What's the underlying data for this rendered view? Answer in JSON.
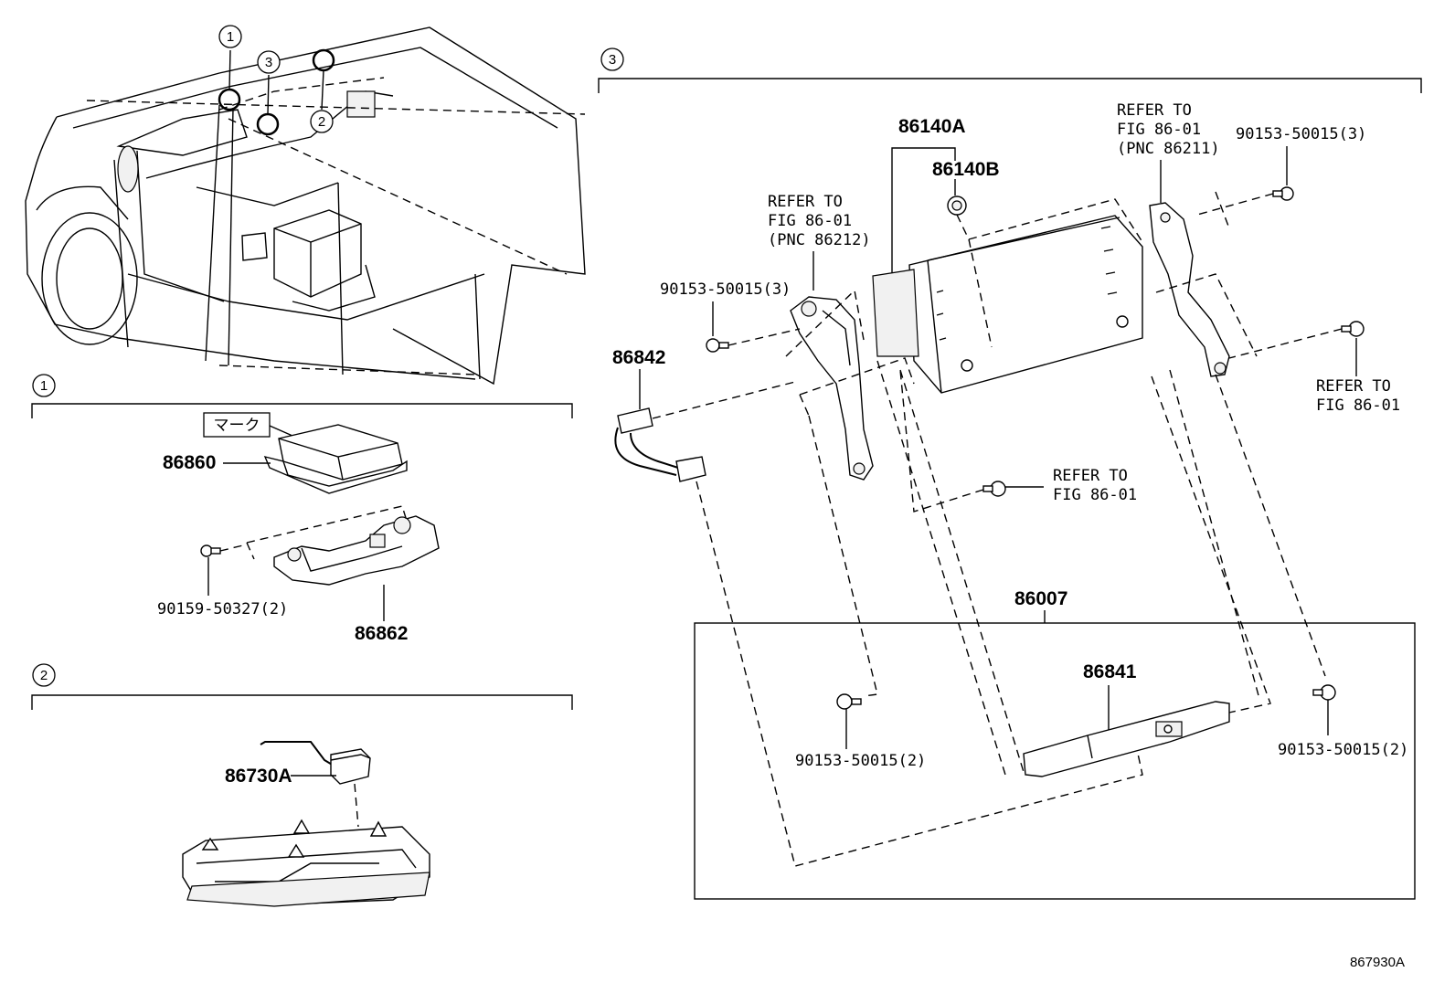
{
  "diagram_id": "867930A",
  "overview": {
    "callouts": [
      {
        "id": "c1",
        "number": "1"
      },
      {
        "id": "c2",
        "number": "2"
      },
      {
        "id": "c3",
        "number": "3"
      }
    ]
  },
  "section1": {
    "number": "1",
    "mark_label": "マーク",
    "parts": {
      "p86860": "86860",
      "p90159": "90159-50327(2)",
      "p86862": "86862"
    }
  },
  "section2": {
    "number": "2",
    "parts": {
      "p86730A": "86730A"
    }
  },
  "section3": {
    "number": "3",
    "parts": {
      "p86140A": "86140A",
      "p86140B": "86140B",
      "p86842": "86842",
      "p86007": "86007",
      "p86841": "86841",
      "bolt_left_top": "90153-50015(3)",
      "bolt_right_top": "90153-50015(3)",
      "bolt_left_bottom": "90153-50015(2)",
      "bolt_right_bottom": "90153-50015(2)"
    },
    "refs": {
      "ref_86212": [
        "REFER TO",
        "FIG 86-01",
        "(PNC 86212)"
      ],
      "ref_86211": [
        "REFER TO",
        "FIG 86-01",
        "(PNC 86211)"
      ],
      "ref_right": [
        "REFER TO",
        "FIG 86-01"
      ],
      "ref_mid": [
        "REFER TO",
        "FIG 86-01"
      ]
    }
  }
}
